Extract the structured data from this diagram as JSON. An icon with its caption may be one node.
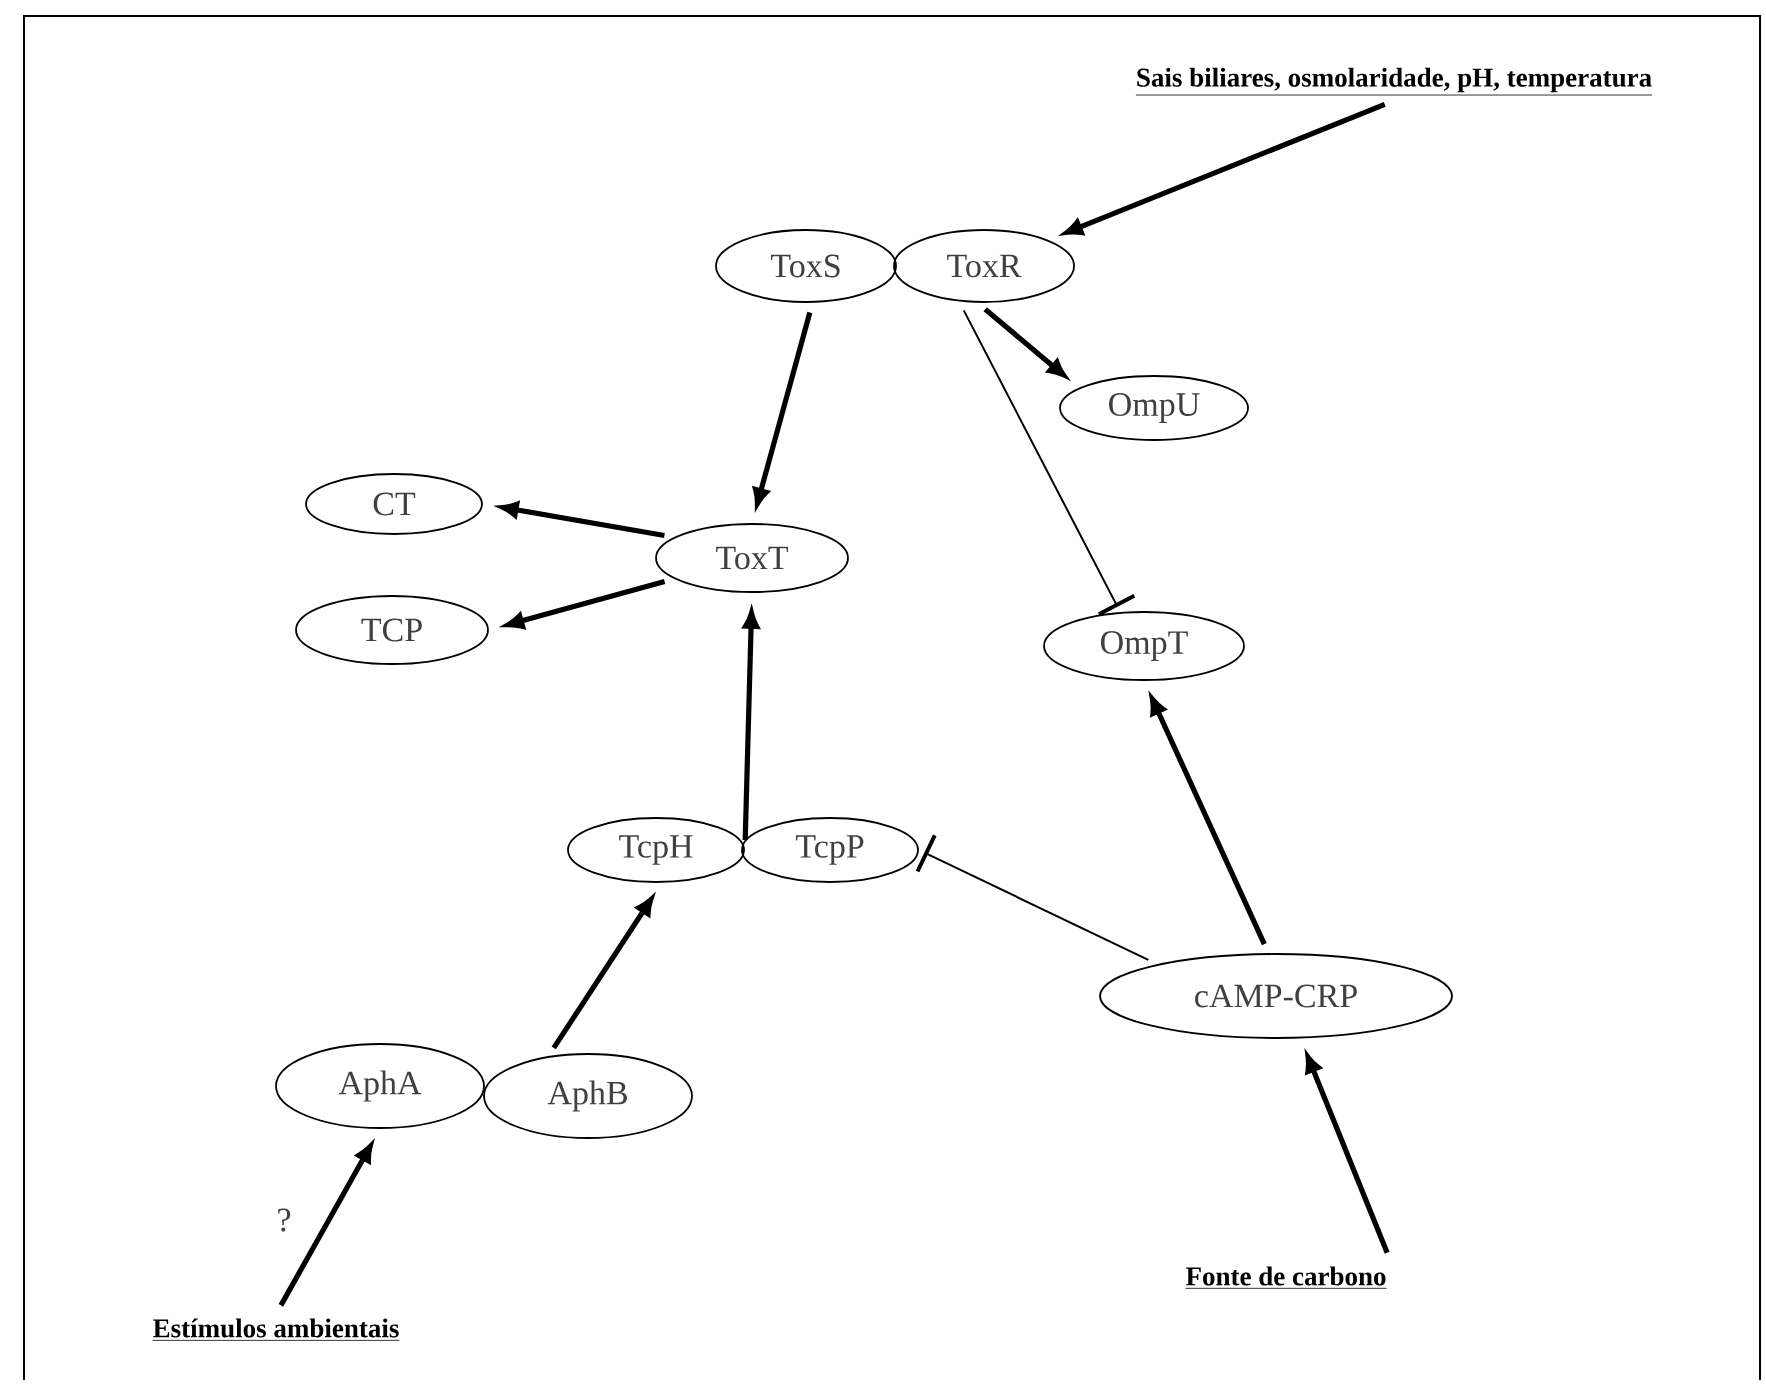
{
  "diagram": {
    "nodes": [
      {
        "text": [
          "Sais biliares, osmolaridade, pH, temperatura"
        ]
      },
      {
        "text": [
          "ToxS"
        ]
      },
      {
        "text": [
          "ToxR"
        ]
      },
      {
        "text": [
          "OmpU"
        ]
      },
      {
        "text": [
          "CT"
        ]
      },
      {
        "text": [
          "ToxT"
        ]
      },
      {
        "text": [
          "OmpT"
        ]
      },
      {
        "text": [
          "TCP"
        ]
      },
      {
        "text": [
          "TcpH"
        ]
      },
      {
        "text": [
          "TcpP"
        ]
      },
      {
        "text": [
          "AphA"
        ]
      },
      {
        "text": [
          "AphB"
        ]
      },
      {
        "text": [
          "cAMP-CRP"
        ]
      },
      {
        "text": [
          "Estímulos ambientais"
        ]
      },
      {
        "text": [
          "Fonte de carbono"
        ]
      }
    ],
    "edges": [
      {
        "from": 0,
        "to": 2,
        "arrow": "to"
      },
      {
        "from": 1,
        "to": 5,
        "arrow": "to"
      },
      {
        "from": 2,
        "to": 6,
        "arrow": "other"
      },
      {
        "from": 2,
        "to": 3,
        "arrow": "to"
      },
      {
        "from": 5,
        "to": 4,
        "arrow": "to"
      },
      {
        "from": 5,
        "to": 7,
        "arrow": "to"
      },
      {
        "from": 8,
        "to": 5,
        "arrow": "to"
      },
      {
        "from": 11,
        "to": 8,
        "arrow": "to"
      },
      {
        "from": 12,
        "to": 9,
        "arrow": "other"
      },
      {
        "from": 12,
        "to": 6,
        "arrow": "to"
      },
      {
        "from": 13,
        "to": 10,
        "arrow": "to"
      },
      {
        "from": 14,
        "to": 12,
        "arrow": "to"
      }
    ],
    "labels": [
      "?"
    ]
  }
}
